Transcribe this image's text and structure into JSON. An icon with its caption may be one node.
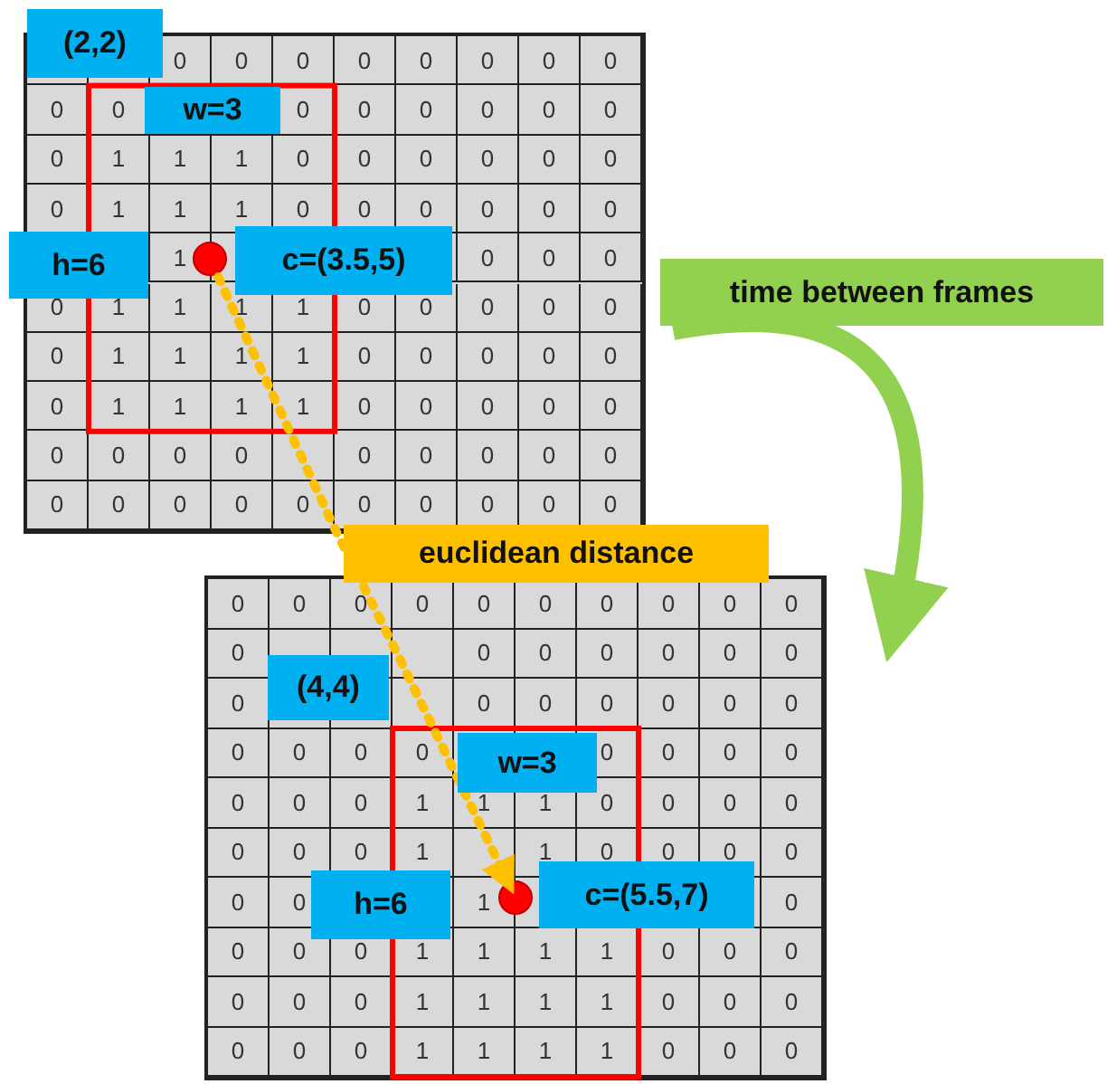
{
  "diagram": {
    "nodes": [
      {
        "text": [
          "(2,2)"
        ]
      },
      {
        "text": [
          "w=3"
        ]
      },
      {
        "text": [
          "h=6"
        ]
      },
      {
        "text": [
          "c=(3.5,5)"
        ]
      },
      {
        "text": [],
        "shape": "circle"
      },
      {
        "text": [
          "time between frames"
        ]
      },
      {
        "text": [
          "(4,4)"
        ]
      },
      {
        "text": [
          "w=3"
        ]
      },
      {
        "text": [
          "h=6"
        ]
      },
      {
        "text": [
          "c=(5.5,7)"
        ]
      },
      {
        "text": [],
        "shape": "circle"
      }
    ],
    "edges": [
      {
        "from": 4,
        "to": 10,
        "arrow": "to",
        "label": "euclidean distance",
        "style": "dashed",
        "color": "#ffc000"
      },
      {
        "from": 5,
        "to": null,
        "arrow": "to",
        "style": "thick",
        "color": "#92d050"
      }
    ],
    "labels": [
      "0",
      "0",
      "0",
      "0",
      "0",
      "0",
      "0",
      "0",
      "0",
      "0",
      "0",
      "0",
      "0",
      "0",
      "0",
      "0",
      "0",
      "1",
      "1",
      "1",
      "0",
      "0",
      "0",
      "0",
      "0",
      "0",
      "0",
      "1",
      "1",
      "1",
      "0",
      "0",
      "0",
      "0",
      "0",
      "0",
      "1",
      "0",
      "0",
      "0",
      "0",
      "1",
      "1",
      "1",
      "1",
      "0",
      "0",
      "0",
      "0",
      "0",
      "0",
      "1",
      "1",
      "1",
      "1",
      "0",
      "0",
      "0",
      "0",
      "0",
      "0",
      "1",
      "1",
      "1",
      "1",
      "0",
      "0",
      "0",
      "0",
      "0",
      "0",
      "0",
      "0",
      "0",
      "0",
      "0",
      "0",
      "0",
      "0",
      "0",
      "0",
      "0",
      "0",
      "0",
      "0",
      "0",
      "0",
      "0",
      "0",
      "0",
      "0",
      "0",
      "0",
      "0",
      "0",
      "0",
      "0",
      "0",
      "0",
      "0",
      "0",
      "0",
      "0",
      "0",
      "0",
      "0",
      "0",
      "0",
      "0",
      "0",
      "0",
      "0",
      "0",
      "0",
      "0",
      "0",
      "0",
      "0",
      "0",
      "0",
      "0",
      "0",
      "0",
      "0",
      "1",
      "1",
      "1",
      "0",
      "0",
      "0",
      "0",
      "0",
      "0",
      "0",
      "1",
      "1",
      "0",
      "0",
      "0",
      "0",
      "0",
      "0",
      "1",
      "0",
      "0",
      "0",
      "0",
      "1",
      "1",
      "1",
      "1",
      "0",
      "0",
      "0",
      "0",
      "0",
      "0",
      "1",
      "1",
      "1",
      "1",
      "0",
      "0",
      "0",
      "0",
      "0",
      "0",
      "1",
      "1",
      "1",
      "1",
      "0",
      "0",
      "0"
    ]
  }
}
